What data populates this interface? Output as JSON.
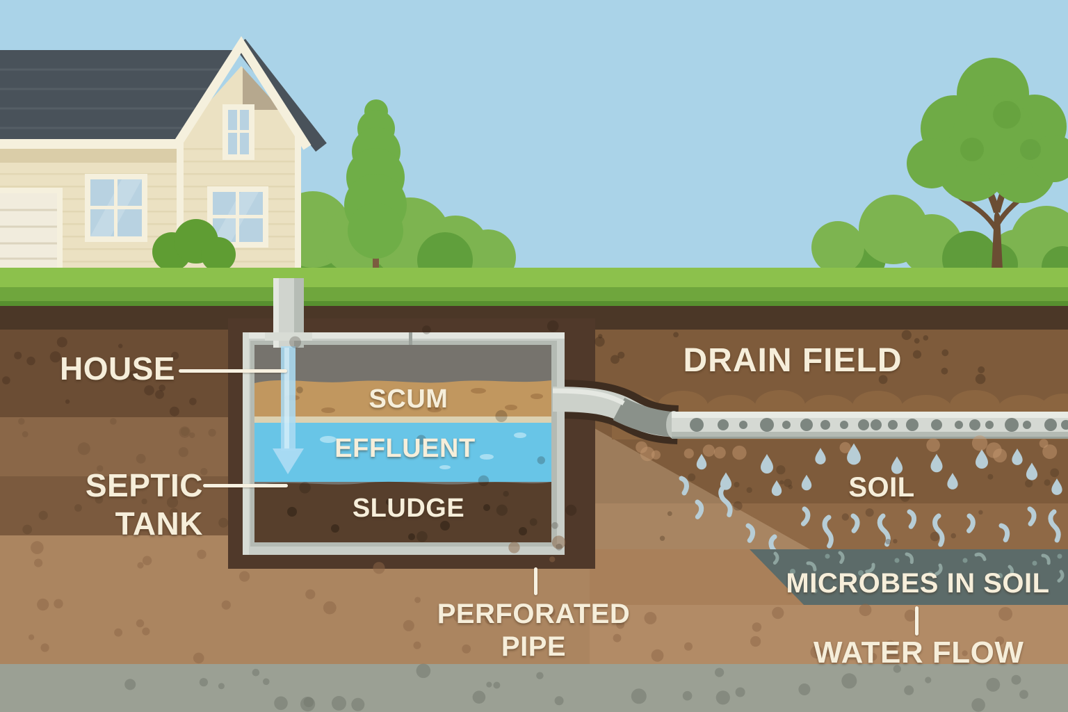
{
  "labels": {
    "house": "HOUSE",
    "septic_tank": {
      "line1": "SEPTIC",
      "line2": "TANK"
    },
    "scum": "SCUM",
    "effluent": "EFFLUENT",
    "sludge": "SLUDGE",
    "drain_field": "DRAIN FIELD",
    "soil": "SOIL",
    "microbes_in_soil": "MICROBES IN SOIL",
    "water_flow": "WATER FLOW",
    "perforated_pipe": {
      "line1": "PERFORATED",
      "line2": "PIPE"
    }
  },
  "colors": {
    "sky": "#aad3e8",
    "grass_light": "#8cc14c",
    "grass_dark": "#6fa63d",
    "topsoil": "#4b3727",
    "soil_layer_1": "#6b4d34",
    "soil_layer_2": "#8a6748",
    "soil_layer_3": "#7b5a3e",
    "soil_layer_4": "#ab8560",
    "drain_soil": "#7e5b3b",
    "bedrock_gray": "#9ba094",
    "tank_pit": "#50392a",
    "tank_concrete": "#c9cec8",
    "tank_headspace": "#76736d",
    "scum_layer": "#c1975f",
    "effluent_layer": "#68c5e7",
    "sludge_layer": "#573f2c",
    "pipe_gray": "#d5d9d3",
    "water_droplet": "#b7cdd6",
    "microbe_band": "#5c6b69",
    "label_text": "#f6eeda",
    "house_wall": "#ebe1c2",
    "roof": "#49525a",
    "house_trim": "#f5f0dd",
    "window_pane": "#b8d2e1",
    "foliage": "#6fae47",
    "foliage_dark": "#5f9c3b",
    "trunk": "#6b4d33"
  },
  "icons": {
    "flow_arrow": "down-arrow-icon",
    "effluent_drop": "droplet-icon",
    "microbe": "squiggle-icon"
  }
}
